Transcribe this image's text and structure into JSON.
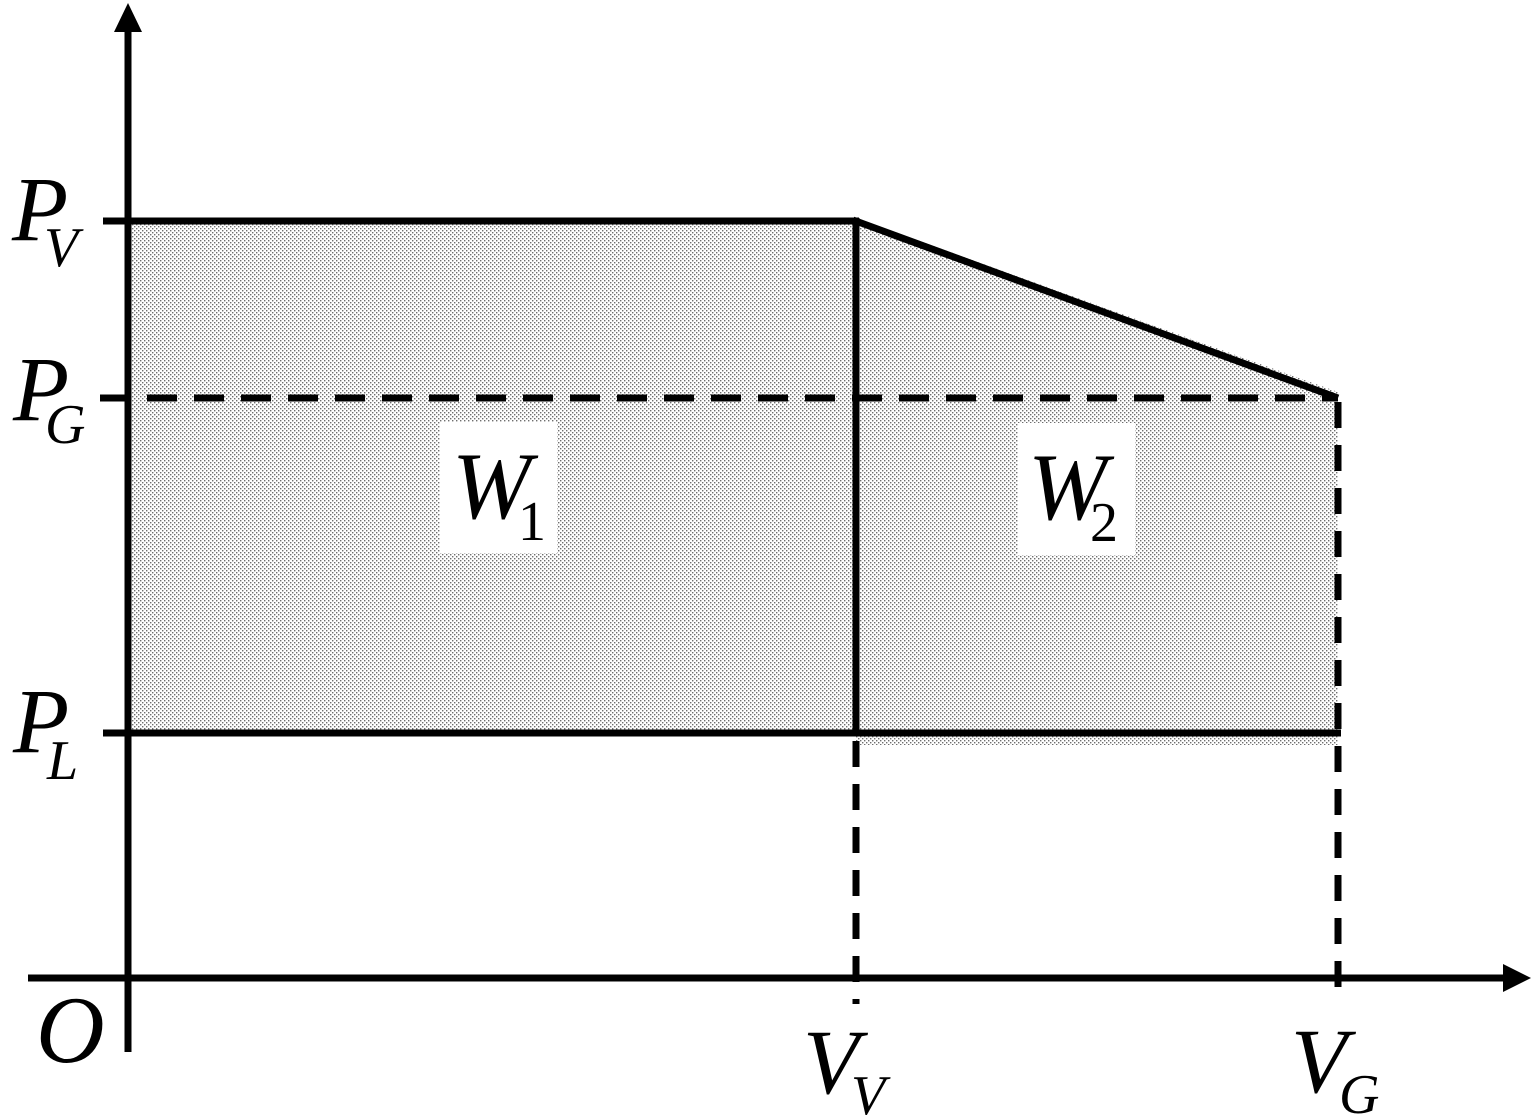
{
  "figure": {
    "type": "pressure-volume-diagram",
    "origin": {
      "label": "O"
    },
    "y_axis": {
      "labels": [
        {
          "main": "P",
          "sub": "V"
        },
        {
          "main": "P",
          "sub": "G"
        },
        {
          "main": "P",
          "sub": "L"
        }
      ]
    },
    "x_axis": {
      "labels": [
        {
          "main": "V",
          "sub": "V"
        },
        {
          "main": "V",
          "sub": "G"
        }
      ]
    },
    "regions": [
      {
        "main": "W",
        "sub": "1"
      },
      {
        "main": "W",
        "sub": "2"
      }
    ],
    "colors": {
      "line": "#000000",
      "stipple_dot": "#6e6e6e",
      "background": "#ffffff"
    }
  }
}
